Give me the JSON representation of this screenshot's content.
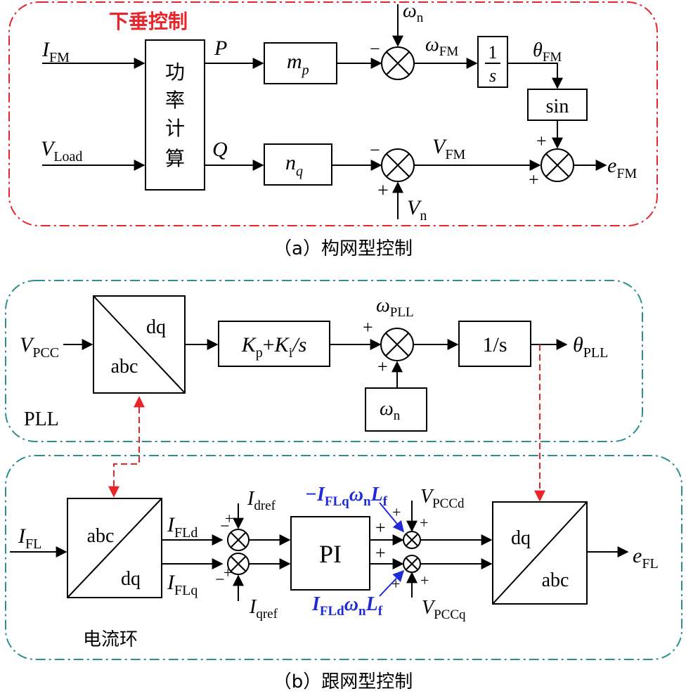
{
  "part_a": {
    "region_title": "下垂控制",
    "caption": "（a）构网型控制",
    "inputs": {
      "i_fm": "I",
      "i_fm_sub": "FM",
      "v_load": "V",
      "v_load_sub": "Load"
    },
    "power_calc_block": [
      "功",
      "率",
      "计",
      "算"
    ],
    "p_label": "P",
    "q_label": "Q",
    "mp_block": {
      "main": "m",
      "sub": "p"
    },
    "nq_block": {
      "main": "n",
      "sub": "q"
    },
    "omega_n": {
      "main": "ω",
      "sub": "n"
    },
    "omega_fm": {
      "main": "ω",
      "sub": "FM"
    },
    "integrator": {
      "num": "1",
      "den": "s"
    },
    "theta_fm": {
      "main": "θ",
      "sub": "FM"
    },
    "sin_block": "sin",
    "v_fm": {
      "main": "V",
      "sub": "FM"
    },
    "v_n": {
      "main": "V",
      "sub": "n"
    },
    "e_fm": {
      "main": "e",
      "sub": "FM"
    },
    "signs": {
      "minus": "−",
      "plus": "+"
    }
  },
  "part_b": {
    "caption": "（b）跟网型控制",
    "pll": {
      "label": "PLL",
      "v_pcc": {
        "main": "V",
        "sub": "PCC"
      },
      "transform": {
        "top": "dq",
        "bottom": "abc"
      },
      "pi_block": {
        "k1": "K",
        "k1_sub": "p",
        "plus": "+",
        "k2": "K",
        "k2_sub": "i",
        "tail": "/s"
      },
      "omega_pll": {
        "main": "ω",
        "sub": "PLL"
      },
      "omega_n": {
        "main": "ω",
        "sub": "n"
      },
      "integrator": "1/s",
      "theta_pll": {
        "main": "θ",
        "sub": "PLL"
      }
    },
    "current_loop": {
      "label": "电流环",
      "i_fl": {
        "main": "I",
        "sub": "FL"
      },
      "transform_in": {
        "top": "abc",
        "bottom": "dq"
      },
      "i_fld": {
        "main": "I",
        "sub": "FLd"
      },
      "i_flq": {
        "main": "I",
        "sub": "FLq"
      },
      "i_dref": {
        "main": "I",
        "sub": "dref"
      },
      "i_qref": {
        "main": "I",
        "sub": "qref"
      },
      "pi_block": "PI",
      "decouple_d": {
        "prefix": "−I",
        "sub1": "FLq",
        "w": "ω",
        "sub2": "n",
        "l": "L",
        "sub3": "f"
      },
      "decouple_q": {
        "prefix": "I",
        "sub1": "FLd",
        "w": "ω",
        "sub2": "n",
        "l": "L",
        "sub3": "f"
      },
      "v_pccd": {
        "main": "V",
        "sub": "PCCd"
      },
      "v_pccq": {
        "main": "V",
        "sub": "PCCq"
      },
      "transform_out": {
        "top": "dq",
        "bottom": "abc"
      },
      "e_fl": {
        "main": "e",
        "sub": "FL"
      }
    }
  },
  "colors": {
    "drooping_border": "#e8252a",
    "region_title": "#e8252a",
    "teal_border": "#2f8f8f",
    "red_dashed": "#e8252a",
    "decouple_blue": "#1f2bd6",
    "line": "#000000"
  }
}
